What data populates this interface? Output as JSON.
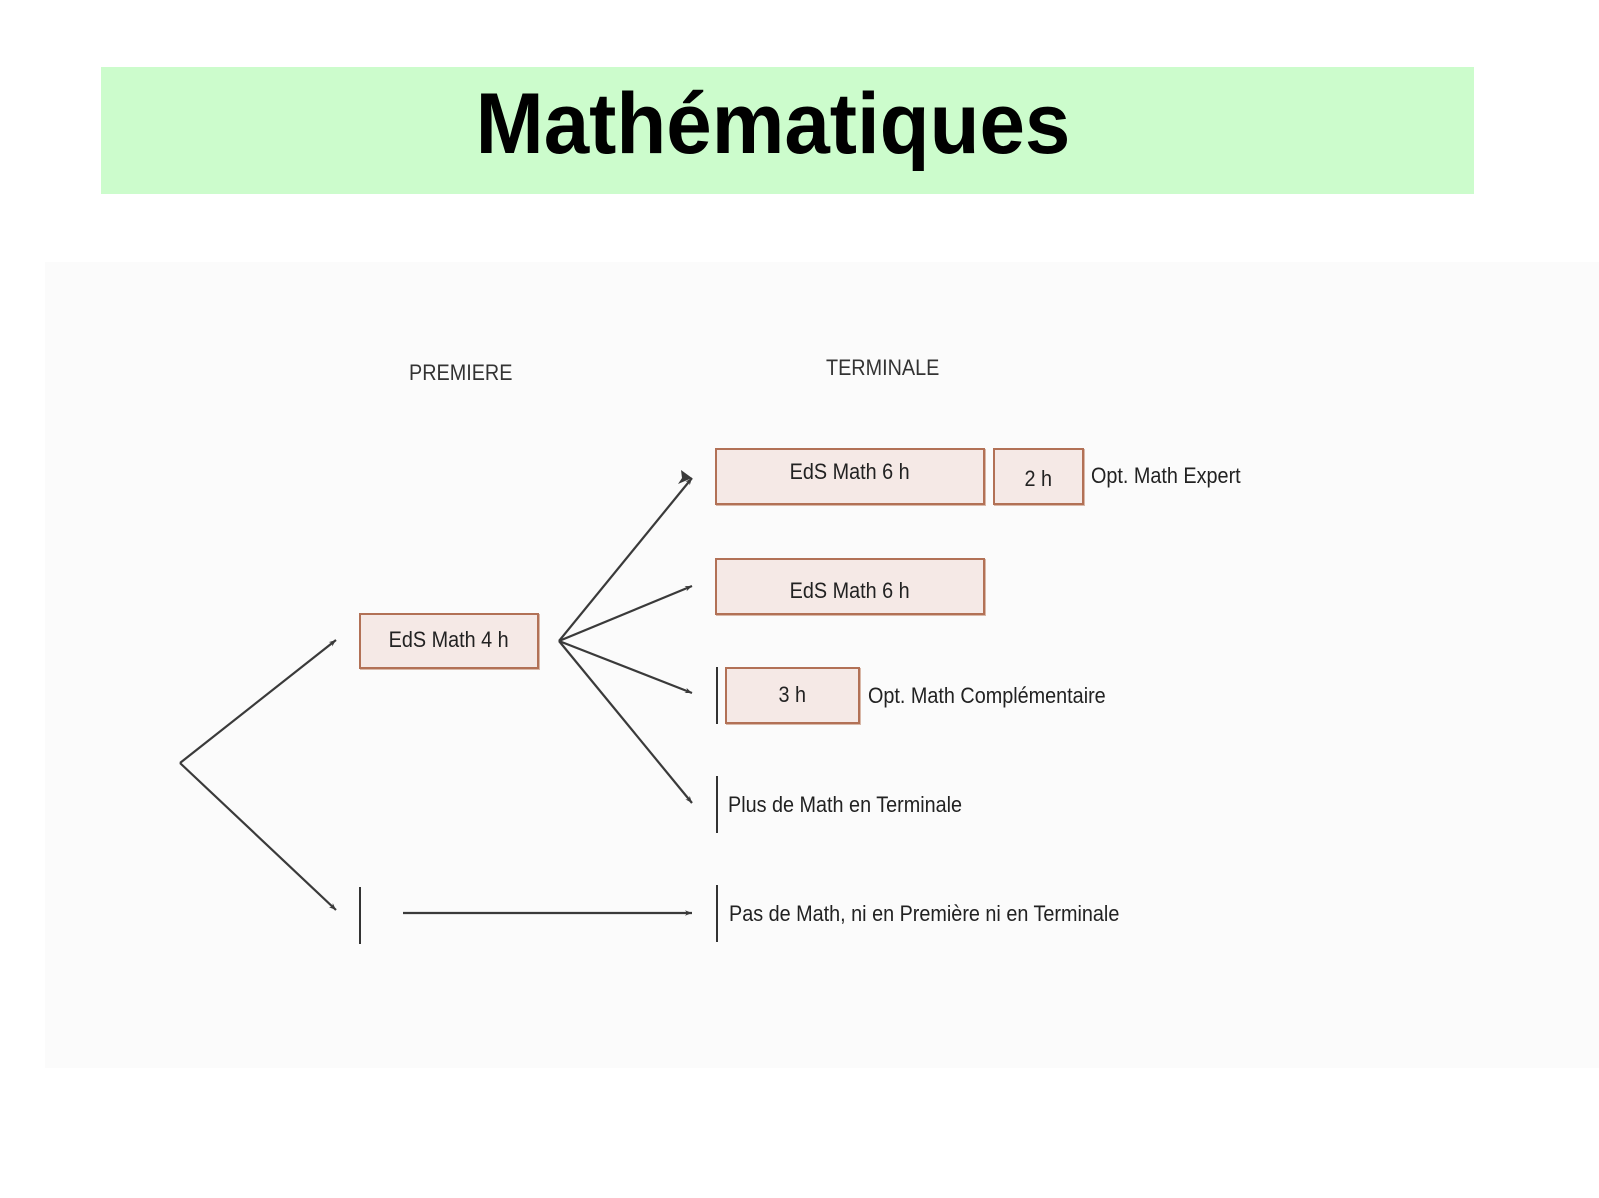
{
  "title": "Mathématiques",
  "colors": {
    "title_band": "#ccfccc",
    "box_fill": "#f5e9e6",
    "box_border": "#b27156",
    "arrow": "#3a3a3a"
  },
  "columns": {
    "premiere": "PREMIERE",
    "terminale": "TERMINALE"
  },
  "premiere": {
    "box": "EdS Math 4 h"
  },
  "terminale": {
    "paths": [
      {
        "box": "EdS Math 6 h",
        "extra_box": "2 h",
        "label": "Opt. Math Expert"
      },
      {
        "box": "EdS Math 6 h"
      },
      {
        "box": "3 h",
        "label": "Opt. Math Complémentaire"
      },
      {
        "label": "Plus de Math en Terminale"
      },
      {
        "label": "Pas de Math, ni en Première ni en Terminale"
      }
    ]
  }
}
